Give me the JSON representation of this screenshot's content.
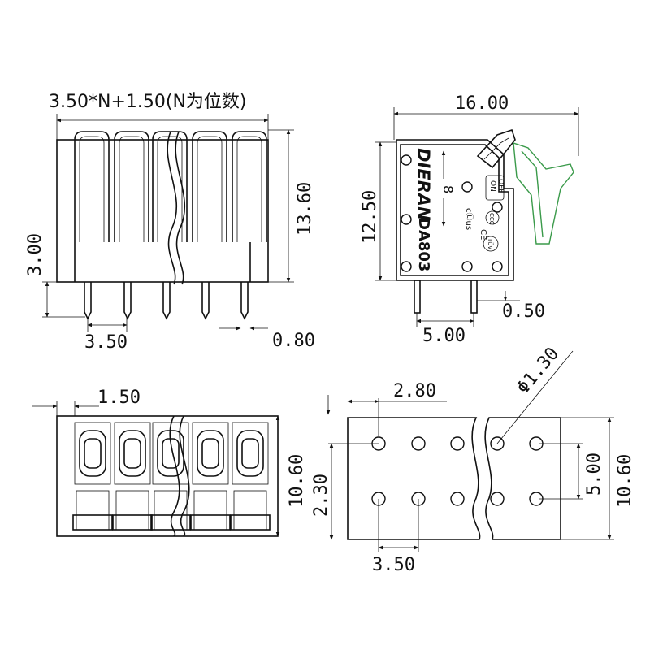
{
  "front_view": {
    "width_formula": "3.50*N+1.50(N为位数)",
    "height_total": "13.60",
    "pin_length": "3.00",
    "pitch": "3.50",
    "pin_width": "0.80"
  },
  "side_view": {
    "width": "16.00",
    "height": "12.50",
    "pin_thickness": "0.50",
    "pin_spacing": "5.00",
    "brand": "DIERAN",
    "model": "DA803",
    "switch_label_on": "ON",
    "switch_label_off": "OFF",
    "mark_number": "8",
    "mark_ul": "cⓁus",
    "mark_ce": "CE",
    "mark_tuv": "TÜV",
    "mark_ccc": "CCC"
  },
  "top_view": {
    "offset": "1.50",
    "depth": "10.60"
  },
  "pcb_layout": {
    "edge_offset": "2.80",
    "hole_diameter": "Φ1.30",
    "row_offset": "2.30",
    "row_spacing": "5.00",
    "depth": "10.60",
    "pitch": "3.50"
  },
  "colors": {
    "line": "#111111",
    "lever_open": "#3a9a4a"
  }
}
